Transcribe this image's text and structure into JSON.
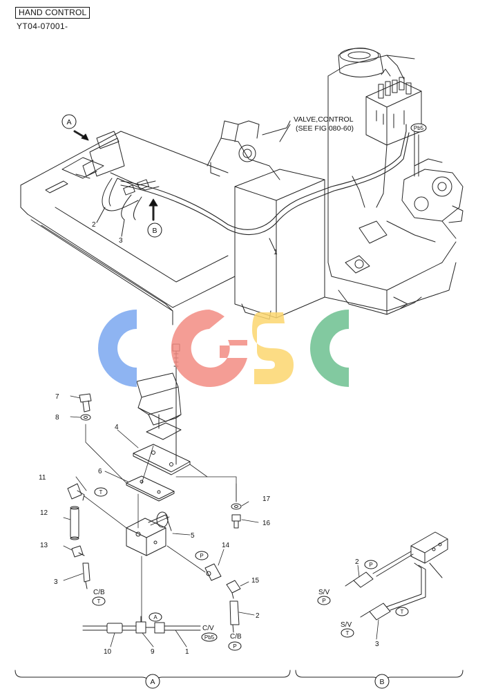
{
  "header": {
    "title": "HAND CONTROL",
    "code": "YT04-07001-"
  },
  "callouts": {
    "valve_line1": "VALVE,CONTROL",
    "valve_line2": "(SEE FIG 080-60)"
  },
  "view_markers": {
    "a": "A",
    "b": "B"
  },
  "part_numbers": {
    "p1": "1",
    "p2": "2",
    "p3": "3",
    "p4": "4",
    "p5": "5",
    "p6": "6",
    "p7": "7",
    "p8": "8",
    "p9": "9",
    "p10": "10",
    "p11": "11",
    "p12": "12",
    "p13": "13",
    "p14": "14",
    "p15": "15",
    "p16": "16",
    "p17": "17"
  },
  "port_tags": {
    "t": "T",
    "p": "P",
    "pb5": "Pb5",
    "a": "A"
  },
  "connection_labels": {
    "cb": "C/B",
    "cv": "C/V",
    "sv": "S/V"
  },
  "watermark": {
    "text": "CGSC",
    "colors": [
      "#7aa7f0",
      "#f28c82",
      "#fbd66e",
      "#6cc08f"
    ]
  }
}
